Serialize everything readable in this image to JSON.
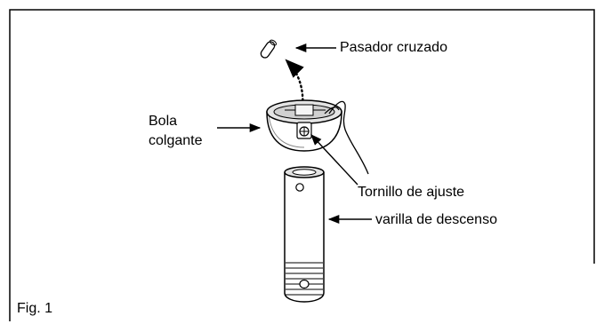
{
  "figure": {
    "caption": "Fig. 1",
    "callouts": {
      "cross_pin": "Pasador cruzado",
      "hanger_ball_line1": "Bola",
      "hanger_ball_line2": "colgante",
      "set_screw": "Tornillo de ajuste",
      "downrod": "varilla de descenso"
    }
  },
  "colors": {
    "ink": "#000000",
    "background": "#ffffff",
    "shade": "#e4e4e4"
  }
}
